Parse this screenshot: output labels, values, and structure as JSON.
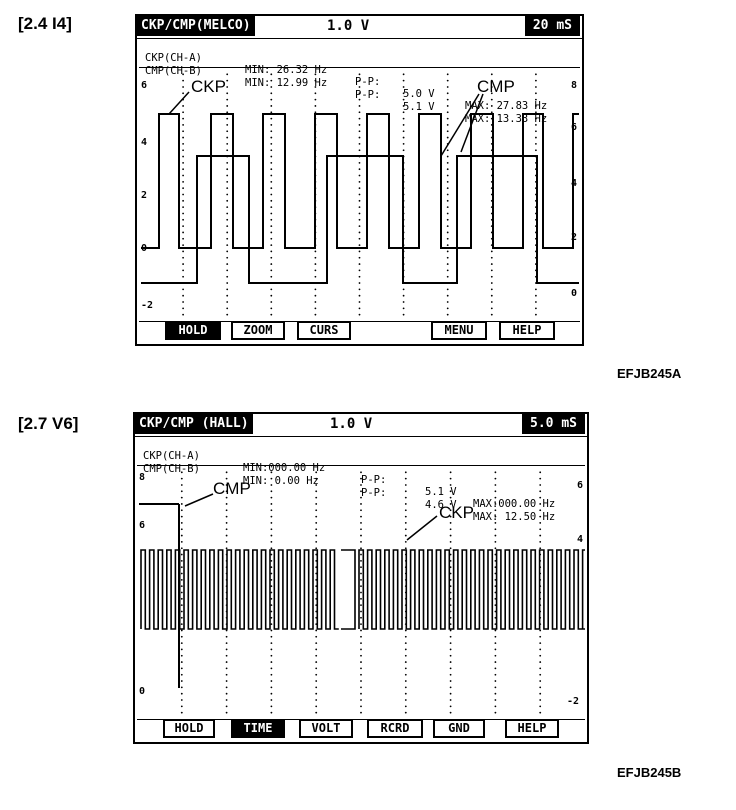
{
  "figure_a": {
    "label": "[2.4 I4]",
    "id": "EFJB245A",
    "header": {
      "mode": "CKP/CMP(MELCO)",
      "volt": "1.0 V",
      "time": "20 mS"
    },
    "readouts": [
      {
        "ch": "CKP(CH-A)",
        "min": "MIN: 26.32 Hz",
        "pp": "P-P:",
        "ppv": "5.0 V",
        "max": "MAX: 27.83 Hz"
      },
      {
        "ch": "CMP(CH-B)",
        "min": "MIN: 12.99 Hz",
        "pp": "P-P:",
        "ppv": "5.1 V",
        "max": "MAX: 13.33 Hz"
      }
    ],
    "left_scale": [
      "6",
      "4",
      "2",
      "0",
      "-2"
    ],
    "right_scale": [
      "8",
      "6",
      "4",
      "2",
      "0"
    ],
    "signal_labels": {
      "ckp": "CKP",
      "cmp": "CMP"
    },
    "softkeys": [
      {
        "label": "HOLD",
        "active": true
      },
      {
        "label": "ZOOM",
        "active": false
      },
      {
        "label": "CURS",
        "active": false
      },
      {
        "label": "MENU",
        "active": false
      },
      {
        "label": "HELP",
        "active": false
      }
    ]
  },
  "figure_b": {
    "label": "[2.7 V6]",
    "id": "EFJB245B",
    "header": {
      "mode": "CKP/CMP (HALL)",
      "volt": "1.0 V",
      "time": "5.0 mS"
    },
    "readouts": [
      {
        "ch": "CKP(CH-A)",
        "min": "MIN:000.00 Hz",
        "pp": "P-P:",
        "ppv": "5.1 V",
        "max": "MAX:000.00 Hz"
      },
      {
        "ch": "CMP(CH-B)",
        "min": "MIN: 0.00 Hz",
        "pp": "P-P:",
        "ppv": "4.6 V",
        "max": "MAX: 12.50 Hz"
      }
    ],
    "left_scale": [
      "8",
      "6",
      "0"
    ],
    "right_scale": [
      "6",
      "4",
      "-2"
    ],
    "signal_labels": {
      "ckp": "CKP",
      "cmp": "CMP"
    },
    "softkeys": [
      {
        "label": "HOLD",
        "active": false
      },
      {
        "label": "TIME",
        "active": true
      },
      {
        "label": "VOLT",
        "active": false
      },
      {
        "label": "RCRD",
        "active": false
      },
      {
        "label": "GND",
        "active": false
      },
      {
        "label": "HELP",
        "active": false
      }
    ]
  }
}
